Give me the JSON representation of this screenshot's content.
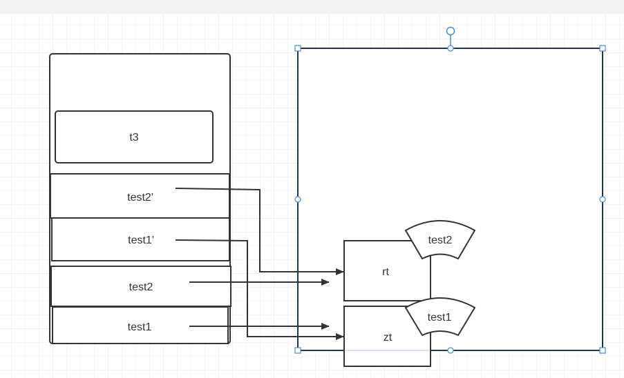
{
  "colors": {
    "grid_minor": "#f1f1f1",
    "grid_major": "#e4e4e4",
    "stroke": "#333333",
    "selection": "#1e3350",
    "handle": "#3e8ee0",
    "text": "#333333"
  },
  "labels": {
    "t3": "t3",
    "test2_prime": "test2'",
    "test1_prime": "test1'",
    "test2": "test2",
    "test1": "test1",
    "rt": "rt",
    "zt": "zt",
    "flag_test2": "test2",
    "flag_test1": "test1"
  }
}
